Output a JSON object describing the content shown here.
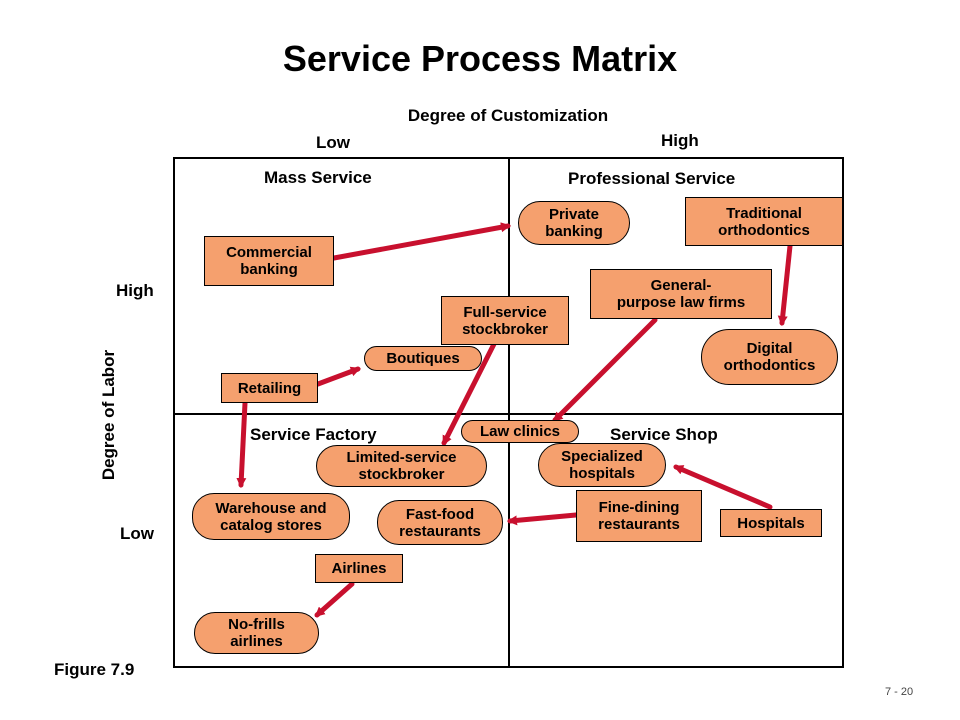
{
  "title": "Service Process Matrix",
  "axes": {
    "x_title": "Degree of Customization",
    "x_low": "Low",
    "x_high": "High",
    "y_title": "Degree of Labor",
    "y_high": "High",
    "y_low": "Low"
  },
  "quadrants": {
    "top_left": "Mass Service",
    "top_right": "Professional Service",
    "bottom_left": "Service Factory",
    "bottom_right": "Service Shop"
  },
  "nodes": {
    "commercial_banking": "Commercial\nbanking",
    "private_banking": "Private\nbanking",
    "traditional_orthodontics": "Traditional\northodontics",
    "general_purpose_law": "General-\npurpose law firms",
    "full_service_stockbroker": "Full-service\nstockbroker",
    "digital_orthodontics": "Digital\northodontics",
    "boutiques": "Boutiques",
    "retailing": "Retailing",
    "law_clinics": "Law  clinics",
    "limited_service_stockbroker": "Limited-service\nstockbroker",
    "specialized_hospitals": "Specialized\nhospitals",
    "warehouse_catalog": "Warehouse and\ncatalog stores",
    "fast_food": "Fast-food\nrestaurants",
    "fine_dining": "Fine-dining\nrestaurants",
    "hospitals": "Hospitals",
    "airlines": "Airlines",
    "no_frills_airlines": "No-frills\nairlines"
  },
  "figure_label": "Figure 7.9",
  "page_number": "7 - 20",
  "colors": {
    "box_fill": "#f5a06e",
    "arrow": "#c8102e"
  }
}
